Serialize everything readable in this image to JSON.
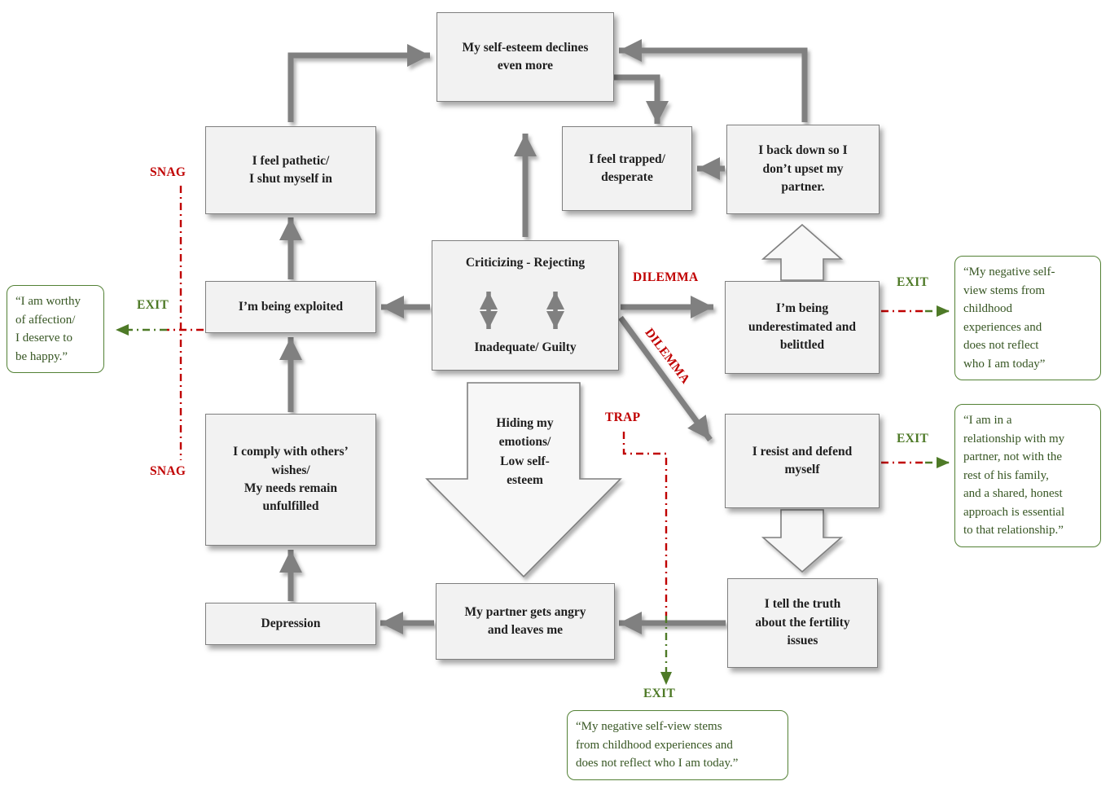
{
  "colors": {
    "box_fill": "#f2f2f2",
    "box_border": "#7f7f7f",
    "arrow": "#808080",
    "red": "#c00000",
    "green": "#4e7a27",
    "quote_border": "#538135",
    "quote_text": "#375623"
  },
  "nodes": {
    "self_esteem": "My self-esteem declines\neven more",
    "pathetic": "I feel pathetic/\nI shut myself in",
    "trapped": "I feel trapped/\ndesperate",
    "back_down": "I back down so I\ndon’t upset my\npartner.",
    "criticizing_top": "Criticizing - Rejecting",
    "criticizing_bottom": "Inadequate/ Guilty",
    "exploited": "I’m being exploited",
    "underestimated": "I’m being\nunderestimated and\nbelittled",
    "comply": "I comply with others’\nwishes/\nMy needs remain\nunfulfilled",
    "resist": "I resist and defend\nmyself",
    "depression": "Depression",
    "partner_angry": "My partner gets angry\nand leaves me",
    "tell_truth": "I tell the truth\nabout the fertility\nissues",
    "hiding": "Hiding my\nemotions/\nLow self-\nesteem"
  },
  "labels": {
    "snag_top": "SNAG",
    "snag_bottom": "SNAG",
    "exit_left": "EXIT",
    "exit_right_top": "EXIT",
    "exit_right_mid": "EXIT",
    "exit_bottom": "EXIT",
    "dilemma_right": "DILEMMA",
    "dilemma_diag": "DILEMMA",
    "trap": "TRAP"
  },
  "quotes": {
    "left": "“I am worthy\nof affection/\nI deserve to\nbe happy.”",
    "right_top": "“My negative self-\nview stems from\nchildhood\nexperiences and\ndoes not reflect\nwho I am today”",
    "right_bottom": "“I am in a\nrelationship with my\npartner, not with the\nrest of his family,\nand a shared, honest\napproach is essential\nto that relationship.”",
    "bottom": "“My negative self-view stems\nfrom childhood experiences and\ndoes not reflect who I am today.”"
  }
}
